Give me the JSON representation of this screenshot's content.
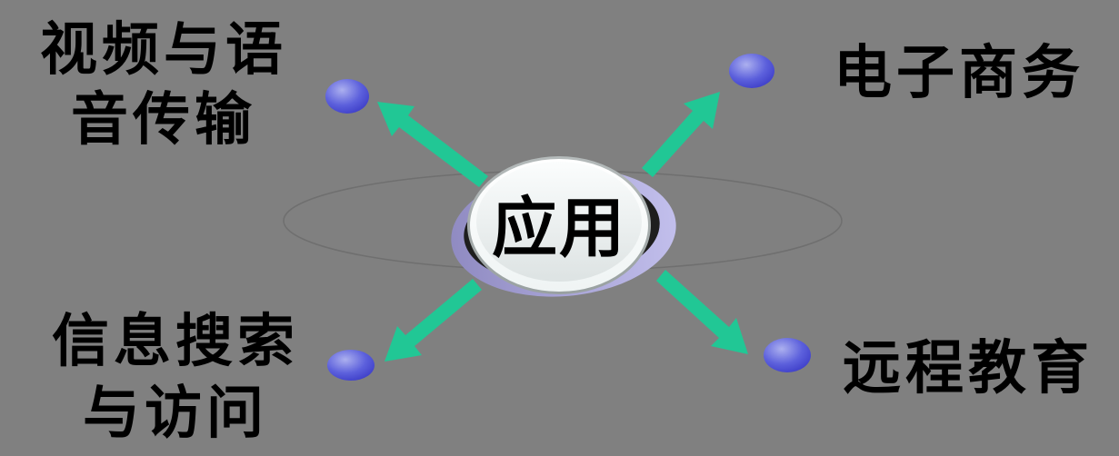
{
  "diagram": {
    "type": "radial-spoke",
    "center": {
      "label": "应用"
    },
    "nodes": [
      {
        "id": "video-voice-transmission",
        "lines": [
          "视频与语",
          "音传输"
        ],
        "position": "top-left"
      },
      {
        "id": "e-commerce",
        "lines": [
          "电子商务"
        ],
        "position": "top-right"
      },
      {
        "id": "info-search-access",
        "lines": [
          "信息搜索",
          "与访问"
        ],
        "position": "bottom-left"
      },
      {
        "id": "distance-education",
        "lines": [
          "远程教育"
        ],
        "position": "bottom-right"
      }
    ]
  },
  "colors": {
    "background": "#808080",
    "text": "#000000",
    "arrow": "#21C795",
    "ring": "#6F6F6F",
    "sphere_light": "#ACB0EF",
    "sphere_mid": "#5C60DC",
    "sphere_dark": "#3838C4",
    "purple_left": "#908BC2",
    "purple_right": "#C2BFEC",
    "shadow_dark": "#1E1E1E",
    "rim_top": "#B4BABA",
    "rim_bottom": "#99A1A1",
    "shell_top": "#FFFFFF",
    "shell_bottom": "#EFF4F4",
    "face_top": "#FBFDFD",
    "face_bottom": "#DDE3E3"
  }
}
